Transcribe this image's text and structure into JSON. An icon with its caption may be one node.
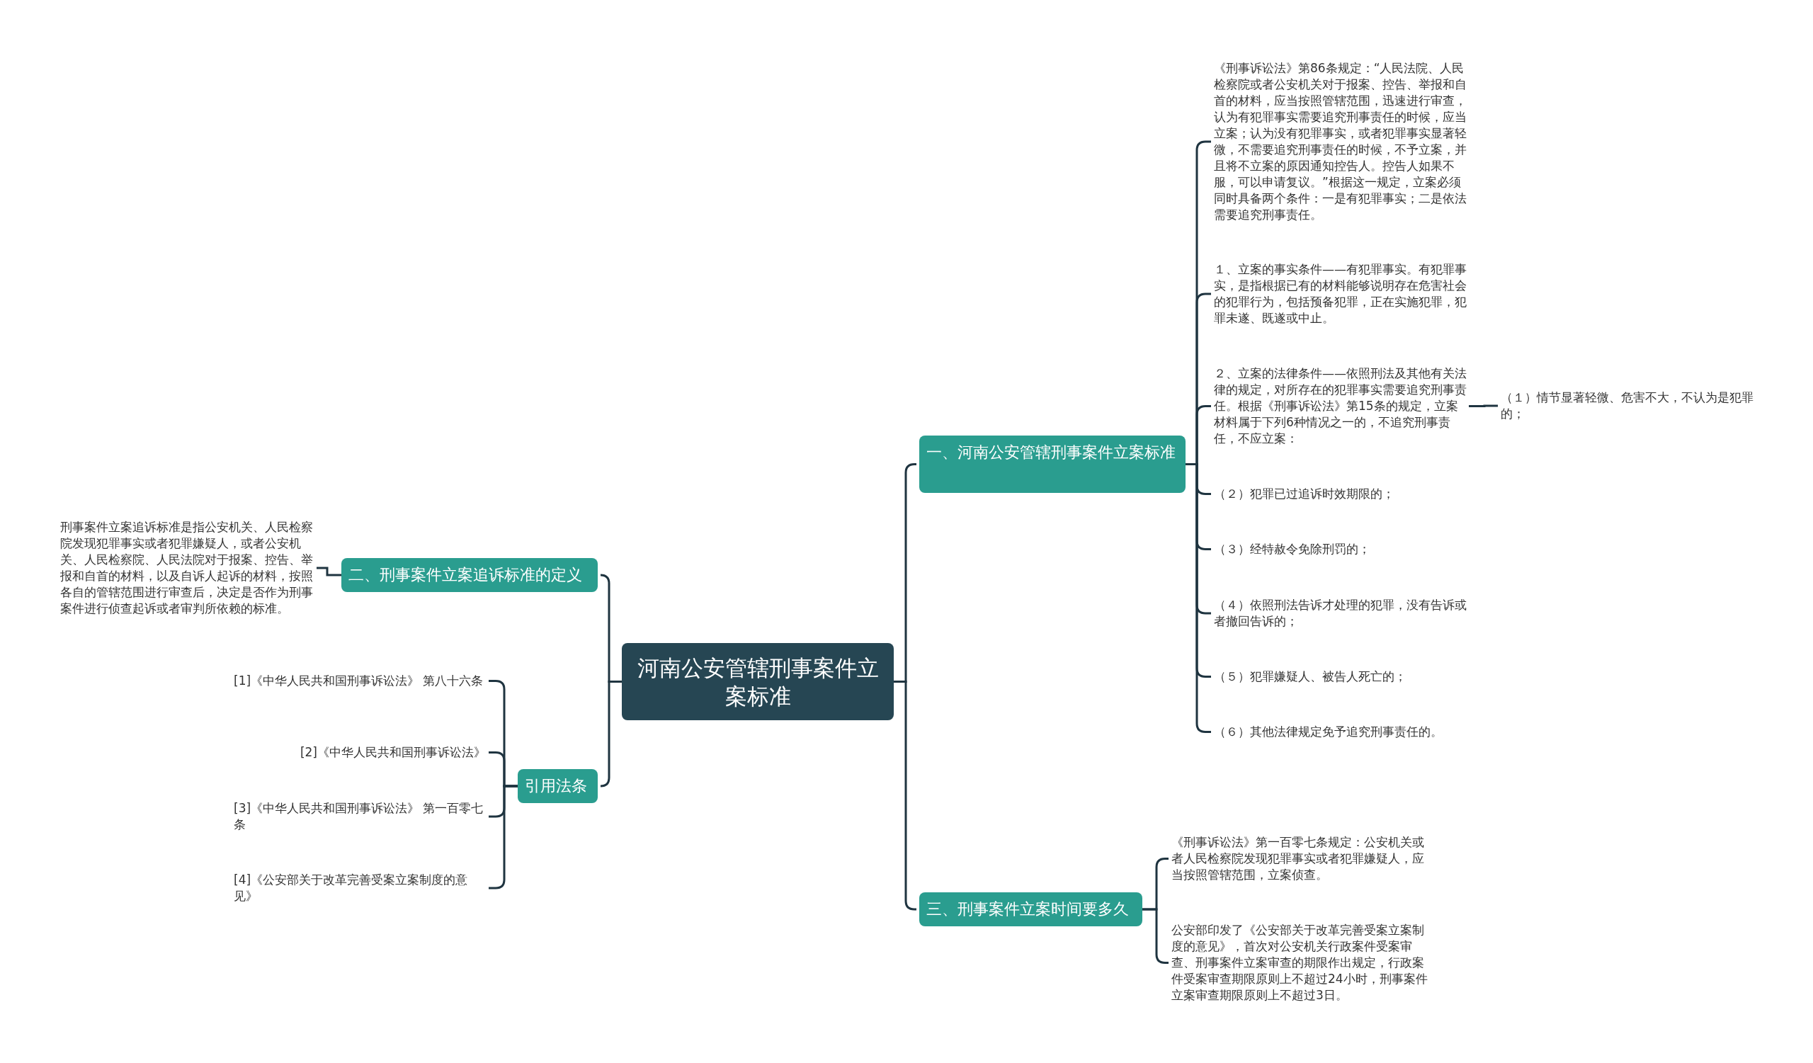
{
  "diagram": {
    "nodes": [
      {
        "text": [
          "河南公安管辖刑事案件立案标准"
        ]
      },
      {
        "text": [
          "一、河南公安管辖刑事案件立案标准"
        ]
      },
      {
        "text": [
          "《刑事诉讼法》第86条规定：“人民法院、人民检察院或者公安机关对于报案、控告、举报和自首的材料，应当按照管辖范围，迅速进行审查，认为有犯罪事实需要追究刑事责任的时候，应当立案；认为没有犯罪事实，或者犯罪事实显著轻微，不需要追究刑事责任的时候，不予立案，并且将不立案的原因通知控告人。控告人如果不服，可以申请复议。”根据这一规定，立案必须同时具备两个条件：一是有犯罪事实；二是依法需要追究刑事责任。"
        ]
      },
      {
        "text": [
          "１、立案的事实条件——有犯罪事实。有犯罪事实，是指根据已有的材料能够说明存在危害社会的犯罪行为，包括预备犯罪，正在实施犯罪，犯罪未遂、既遂或中止。"
        ]
      },
      {
        "text": [
          "２、立案的法律条件——依照刑法及其他有关法律的规定，对所存在的犯罪事实需要追究刑事责任。根据《刑事诉讼法》第15条的规定，立案材料属于下列6种情况之一的，不追究刑事责任，不应立案："
        ]
      },
      {
        "text": [
          "（１）情节显著轻微、危害不大，不认为是犯罪的；"
        ]
      },
      {
        "text": [
          "（２）犯罪已过追诉时效期限的；"
        ]
      },
      {
        "text": [
          "（３）经特赦令免除刑罚的；"
        ]
      },
      {
        "text": [
          "（４）依照刑法告诉才处理的犯罪，没有告诉或者撤回告诉的；"
        ]
      },
      {
        "text": [
          "（５）犯罪嫌疑人、被告人死亡的；"
        ]
      },
      {
        "text": [
          "（６）其他法律规定免予追究刑事责任的。"
        ]
      },
      {
        "text": [
          "三、刑事案件立案时间要多久"
        ]
      },
      {
        "text": [
          "《刑事诉讼法》第一百零七条规定：公安机关或者人民检察院发现犯罪事实或者犯罪嫌疑人，应当按照管辖范围，立案侦查。"
        ]
      },
      {
        "text": [
          "公安部印发了《公安部关于改革完善受案立案制度的意见》，首次对公安机关行政案件受案审查、刑事案件立案审查的期限作出规定，行政案件受案审查期限原则上不超过24小时，刑事案件立案审查期限原则上不超过3日。"
        ]
      },
      {
        "text": [
          "二、刑事案件立案追诉标准的定义"
        ]
      },
      {
        "text": [
          "刑事案件立案追诉标准是指公安机关、人民检察院发现犯罪事实或者犯罪嫌疑人，或者公安机关、人民检察院、人民法院对于报案、控告、举报和自首的材料，以及自诉人起诉的材料，按照各自的管辖范围进行审查后，决定是否作为刑事案件进行侦查起诉或者审判所依赖的标准。"
        ]
      },
      {
        "text": [
          "引用法条"
        ]
      },
      {
        "text": [
          "[1]《中华人民共和国刑事诉讼法》 第八十六条"
        ]
      },
      {
        "text": [
          "[2]《中华人民共和国刑事诉讼法》"
        ]
      },
      {
        "text": [
          "[3]《中华人民共和国刑事诉讼法》 第一百零七条"
        ]
      },
      {
        "text": [
          "[4]《公安部关于改革完善受案立案制度的意见》"
        ]
      }
    ],
    "edges": [
      {
        "from": 0,
        "to": 1,
        "arrow": "none"
      },
      {
        "from": 0,
        "to": 11,
        "arrow": "none"
      },
      {
        "from": 0,
        "to": 14,
        "arrow": "none"
      },
      {
        "from": 0,
        "to": 16,
        "arrow": "none"
      },
      {
        "from": 1,
        "to": 2,
        "arrow": "none"
      },
      {
        "from": 1,
        "to": 3,
        "arrow": "none"
      },
      {
        "from": 1,
        "to": 4,
        "arrow": "none"
      },
      {
        "from": 4,
        "to": 5,
        "arrow": "none"
      },
      {
        "from": 1,
        "to": 6,
        "arrow": "none"
      },
      {
        "from": 1,
        "to": 7,
        "arrow": "none"
      },
      {
        "from": 1,
        "to": 8,
        "arrow": "none"
      },
      {
        "from": 1,
        "to": 9,
        "arrow": "none"
      },
      {
        "from": 1,
        "to": 10,
        "arrow": "none"
      },
      {
        "from": 11,
        "to": 12,
        "arrow": "none"
      },
      {
        "from": 11,
        "to": 13,
        "arrow": "none"
      },
      {
        "from": 14,
        "to": 15,
        "arrow": "none"
      },
      {
        "from": 16,
        "to": 17,
        "arrow": "none"
      },
      {
        "from": 16,
        "to": 18,
        "arrow": "none"
      },
      {
        "from": 16,
        "to": 19,
        "arrow": "none"
      },
      {
        "from": 16,
        "to": 20,
        "arrow": "none"
      }
    ]
  }
}
